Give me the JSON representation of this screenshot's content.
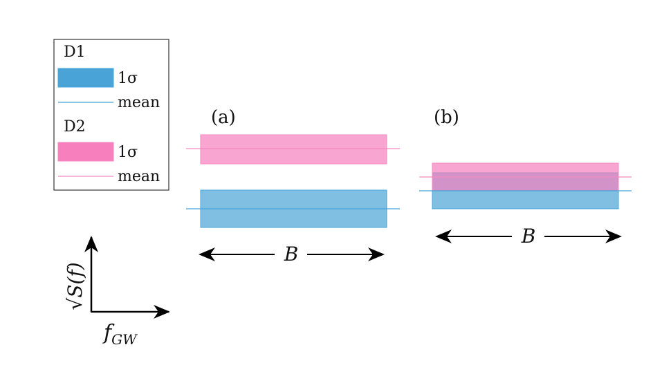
{
  "colors": {
    "d1_fill": "#4aa3d6",
    "d1_line": "#45a4d8",
    "d2_fill": "#f77fbe",
    "d2_line": "#f28ac0",
    "arrow": "#000000"
  },
  "legend": {
    "d1_title": "D1",
    "d1_sigma_label": "1σ",
    "d1_mean_label": "mean",
    "d2_title": "D2",
    "d2_sigma_label": "1σ",
    "d2_mean_label": "mean"
  },
  "panels": {
    "a": {
      "label": "(a)",
      "bandwidth_label": "B"
    },
    "b": {
      "label": "(b)",
      "bandwidth_label": "B"
    }
  },
  "axes": {
    "y_label": "√S(f)",
    "x_label_main": "f",
    "x_label_sub": "GW"
  }
}
